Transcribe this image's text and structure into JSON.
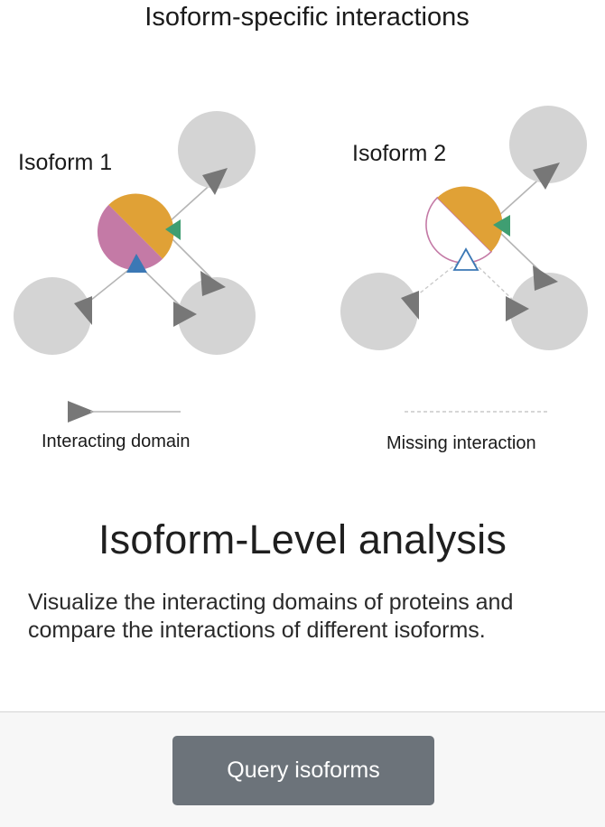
{
  "illustration": {
    "heading": "Isoform-specific interactions",
    "isoform1_label": "Isoform 1",
    "isoform2_label": "Isoform 2",
    "legend_interacting": "Interacting domain",
    "legend_missing": "Missing interaction",
    "colors": {
      "partner_node": "#d4d4d4",
      "domain_orange": "#e0a136",
      "domain_pink": "#c47aa6",
      "domain_green": "#3f9e72",
      "domain_blue": "#3b78b5",
      "arrow_gray": "#777777",
      "line_gray": "#b5b5b5"
    }
  },
  "card": {
    "title": "Isoform-Level analysis",
    "description": "Visualize the interacting domains of proteins and compare the interactions of different isoforms."
  },
  "footer": {
    "button_label": "Query isoforms"
  }
}
